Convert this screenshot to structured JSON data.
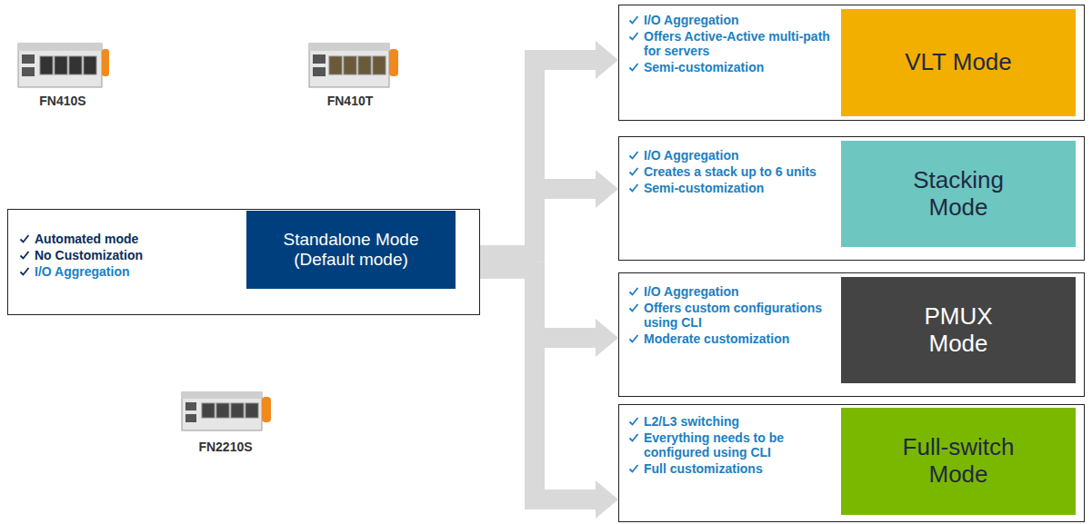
{
  "diagram": {
    "nodes": [
      {
        "text": [
          "Automated mode",
          "No Customization",
          "I/O Aggregation"
        ]
      },
      {
        "text": [
          "Standalone Mode (Default mode)"
        ],
        "in": 0
      },
      {
        "text": [
          "I/O Aggregation",
          "Offers Active-Active multi-path for servers",
          "Semi-customization"
        ]
      },
      {
        "text": [
          "VLT Mode"
        ],
        "in": 2
      },
      {
        "text": [
          "I/O Aggregation",
          "Creates a stack up to 6 units",
          "Semi-customization"
        ]
      },
      {
        "text": [
          "Stacking Mode"
        ],
        "in": 4
      },
      {
        "text": [
          "I/O Aggregation",
          "Offers custom configurations using CLI",
          "Moderate customization"
        ]
      },
      {
        "text": [
          "PMUX Mode"
        ],
        "in": 6
      },
      {
        "text": [
          "L2/L3 switching",
          "Everything needs to be configured using CLI",
          "Full customizations"
        ]
      },
      {
        "text": [
          "Full-switch Mode"
        ],
        "in": 8
      }
    ],
    "edges": [
      {
        "from": 0,
        "to": 2,
        "arrow": "to"
      },
      {
        "from": 0,
        "to": 4,
        "arrow": "to"
      },
      {
        "from": 0,
        "to": 6,
        "arrow": "to"
      },
      {
        "from": 0,
        "to": 8,
        "arrow": "to"
      }
    ],
    "labels": [
      "FN410S",
      "FN410T",
      "FN2210S"
    ]
  }
}
